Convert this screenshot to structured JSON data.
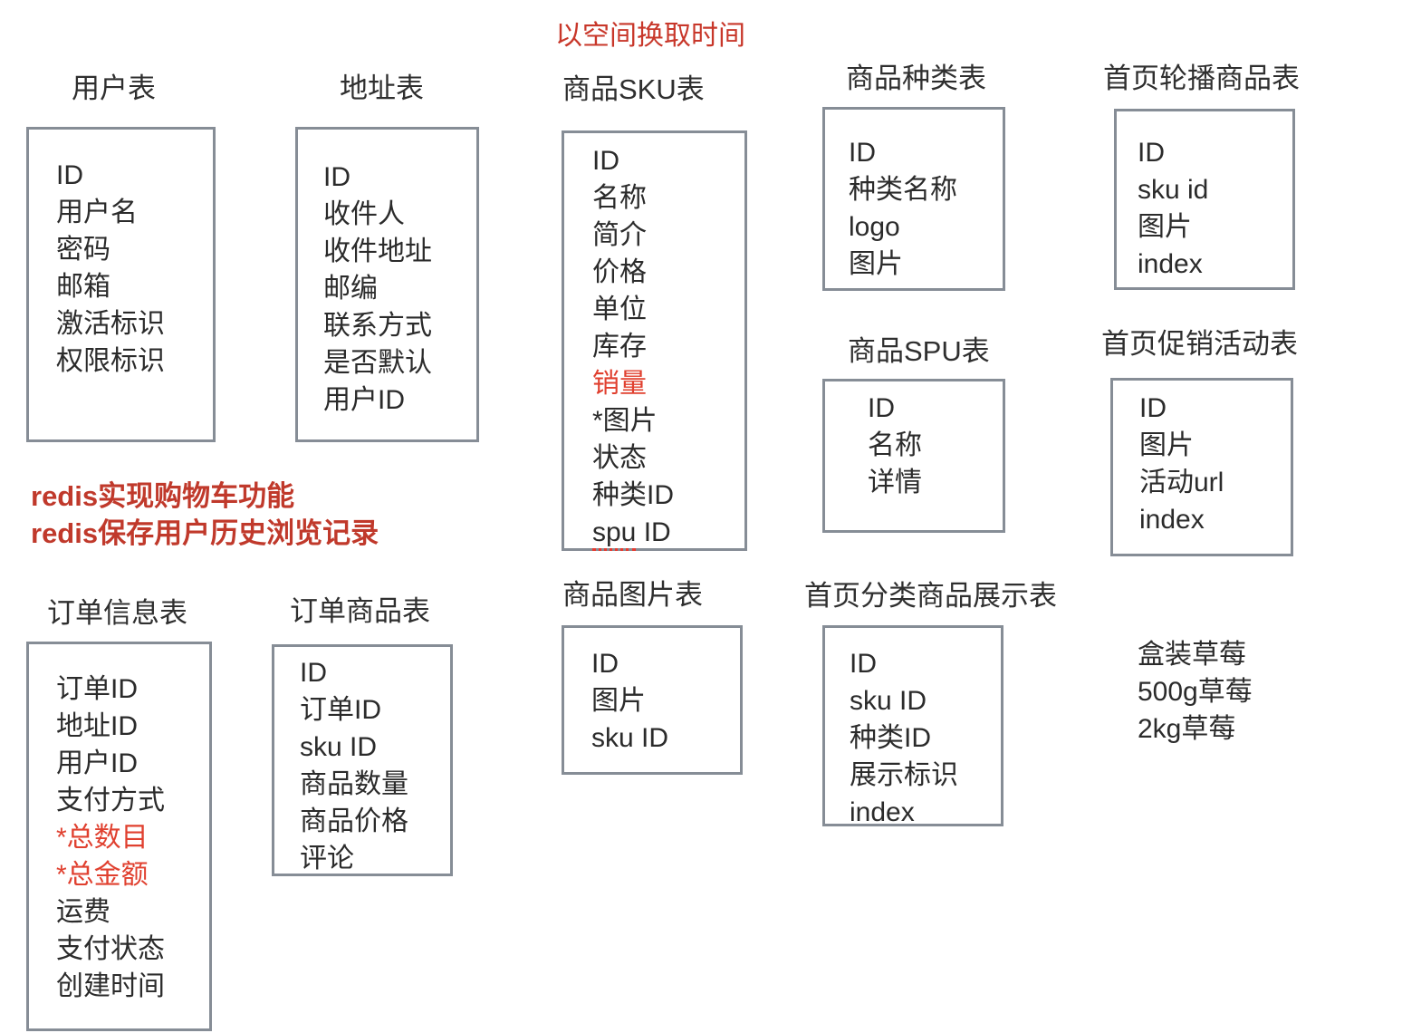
{
  "annotations": {
    "top_note": "以空间换取时间",
    "redis_notes": [
      "redis实现购物车功能",
      "redis保存用户历史浏览记录"
    ],
    "sku_examples": [
      "盒装草莓",
      "500g草莓",
      "2kg草莓"
    ]
  },
  "colors": {
    "border": "#868d96",
    "text": "#2b2b2b",
    "accent_red": "#e0402f",
    "note_red": "#c0392b",
    "background": "#ffffff"
  },
  "tables": [
    {
      "id": "user-table",
      "title": "用户表",
      "fields": [
        {
          "label": "ID",
          "red": false
        },
        {
          "label": "用户名",
          "red": false
        },
        {
          "label": "密码",
          "red": false
        },
        {
          "label": "邮箱",
          "red": false
        },
        {
          "label": "激活标识",
          "red": false
        },
        {
          "label": "权限标识",
          "red": false
        }
      ]
    },
    {
      "id": "address-table",
      "title": "地址表",
      "fields": [
        {
          "label": "ID",
          "red": false
        },
        {
          "label": "收件人",
          "red": false
        },
        {
          "label": "收件地址",
          "red": false
        },
        {
          "label": "邮编",
          "red": false
        },
        {
          "label": "联系方式",
          "red": false
        },
        {
          "label": "是否默认",
          "red": false
        },
        {
          "label": "用户ID",
          "red": false
        }
      ]
    },
    {
      "id": "goods-sku-table",
      "title": "商品SKU表",
      "fields": [
        {
          "label": "ID",
          "red": false
        },
        {
          "label": "名称",
          "red": false
        },
        {
          "label": "简介",
          "red": false
        },
        {
          "label": "价格",
          "red": false
        },
        {
          "label": "单位",
          "red": false
        },
        {
          "label": "库存",
          "red": false
        },
        {
          "label": "销量",
          "red": true
        },
        {
          "label": "*图片",
          "red": false
        },
        {
          "label": "状态",
          "red": false
        },
        {
          "label": "种类ID",
          "red": false
        },
        {
          "label": "spu ID",
          "red": false,
          "misspelled": "spu"
        }
      ]
    },
    {
      "id": "goods-category-table",
      "title": "商品种类表",
      "fields": [
        {
          "label": "ID",
          "red": false
        },
        {
          "label": "种类名称",
          "red": false
        },
        {
          "label": "logo",
          "red": false
        },
        {
          "label": "图片",
          "red": false
        }
      ]
    },
    {
      "id": "home-carousel-table",
      "title": "首页轮播商品表",
      "fields": [
        {
          "label": "ID",
          "red": false
        },
        {
          "label": "sku id",
          "red": false
        },
        {
          "label": "图片",
          "red": false
        },
        {
          "label": "index",
          "red": false
        }
      ]
    },
    {
      "id": "goods-spu-table",
      "title": "商品SPU表",
      "fields": [
        {
          "label": "ID",
          "red": false
        },
        {
          "label": "名称",
          "red": false
        },
        {
          "label": "详情",
          "red": false
        }
      ]
    },
    {
      "id": "home-promotion-table",
      "title": "首页促销活动表",
      "fields": [
        {
          "label": "ID",
          "red": false
        },
        {
          "label": "图片",
          "red": false
        },
        {
          "label": "活动url",
          "red": false
        },
        {
          "label": "index",
          "red": false
        }
      ]
    },
    {
      "id": "order-info-table",
      "title": "订单信息表",
      "fields": [
        {
          "label": "订单ID",
          "red": false
        },
        {
          "label": "地址ID",
          "red": false
        },
        {
          "label": "用户ID",
          "red": false
        },
        {
          "label": "支付方式",
          "red": false
        },
        {
          "label": "*总数目",
          "red": true
        },
        {
          "label": "*总金额",
          "red": true
        },
        {
          "label": "运费",
          "red": false
        },
        {
          "label": "支付状态",
          "red": false
        },
        {
          "label": "创建时间",
          "red": false
        }
      ]
    },
    {
      "id": "order-goods-table",
      "title": "订单商品表",
      "fields": [
        {
          "label": "ID",
          "red": false
        },
        {
          "label": "订单ID",
          "red": false
        },
        {
          "label": "sku ID",
          "red": false
        },
        {
          "label": "商品数量",
          "red": false
        },
        {
          "label": "商品价格",
          "red": false
        },
        {
          "label": "评论",
          "red": false
        }
      ]
    },
    {
      "id": "goods-image-table",
      "title": "商品图片表",
      "fields": [
        {
          "label": "ID",
          "red": false
        },
        {
          "label": "图片",
          "red": false
        },
        {
          "label": "sku ID",
          "red": false
        }
      ]
    },
    {
      "id": "home-category-goods-table",
      "title": "首页分类商品展示表",
      "fields": [
        {
          "label": "ID",
          "red": false
        },
        {
          "label": "sku ID",
          "red": false
        },
        {
          "label": "种类ID",
          "red": false
        },
        {
          "label": "展示标识",
          "red": false
        },
        {
          "label": "index",
          "red": false
        }
      ]
    }
  ]
}
